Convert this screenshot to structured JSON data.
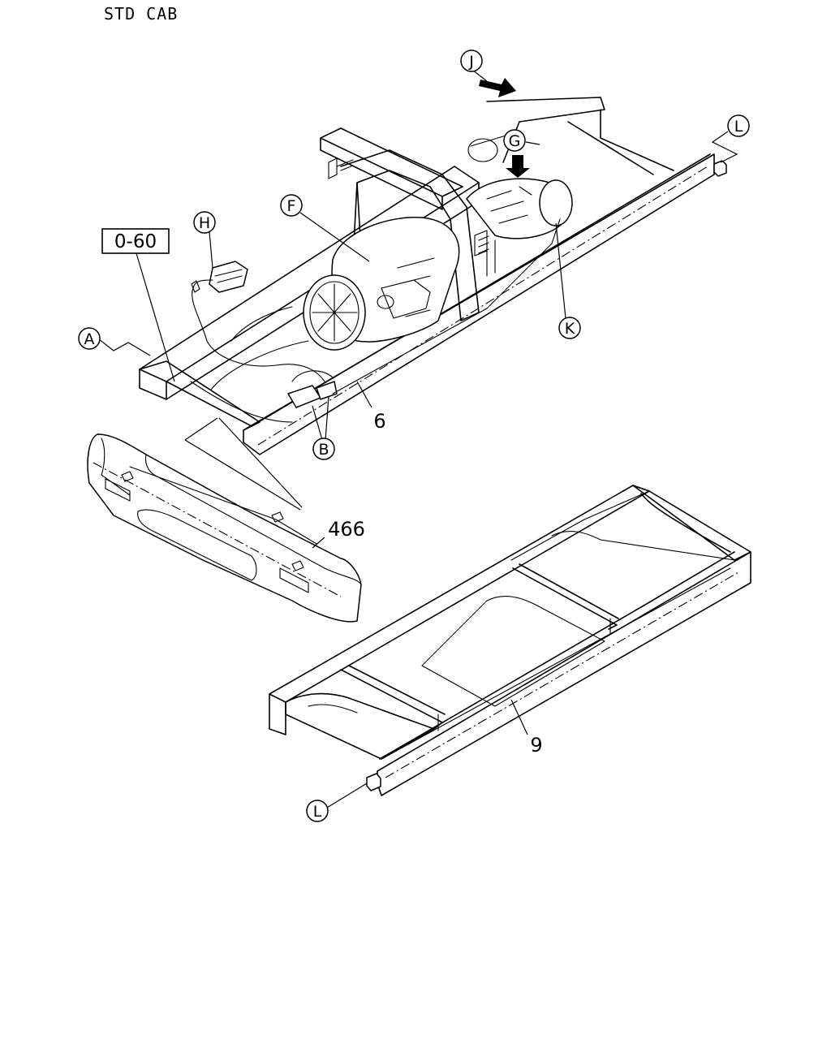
{
  "header": {
    "title": "STD CAB"
  },
  "ref_box": {
    "label": "0-60"
  },
  "callouts": {
    "A": "A",
    "B": "B",
    "F": "F",
    "G": "G",
    "H": "H",
    "J": "J",
    "K": "K",
    "L_top": "L",
    "L_bottom": "L"
  },
  "part_numbers": {
    "p6": "6",
    "p9": "9",
    "p466": "466"
  }
}
